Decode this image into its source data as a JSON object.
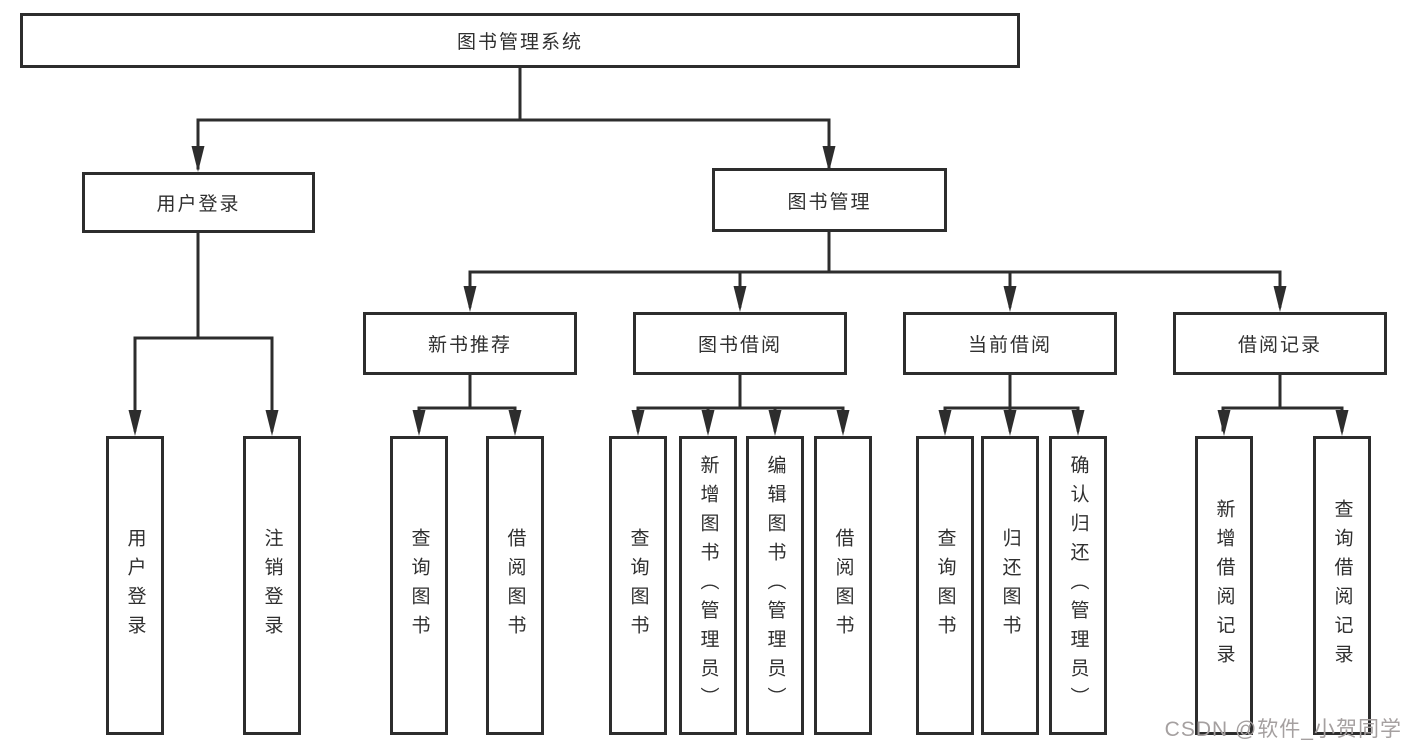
{
  "page": {
    "background": "#ffffff",
    "line_color": "#2d2d2d",
    "text_color": "#2f2f2f"
  },
  "watermark": {
    "text": "CSDN @软件_小贺同学",
    "color": "#a5a0a0"
  },
  "tree": {
    "root": "图书管理系统",
    "level1": [
      {
        "label": "用户登录",
        "children": [
          "用户登录",
          "注销登录"
        ]
      },
      {
        "label": "图书管理"
      }
    ],
    "level2": [
      {
        "label": "新书推荐",
        "children": [
          "查询图书",
          "借阅图书"
        ]
      },
      {
        "label": "图书借阅",
        "children": [
          "查询图书",
          "新增图书（管理员）",
          "编辑图书（管理员）",
          "借阅图书"
        ]
      },
      {
        "label": "当前借阅",
        "children": [
          "查询图书",
          "归还图书",
          "确认归还（管理员）"
        ]
      },
      {
        "label": "借阅记录",
        "children": [
          "新增借阅记录",
          "查询借阅记录"
        ]
      }
    ]
  }
}
